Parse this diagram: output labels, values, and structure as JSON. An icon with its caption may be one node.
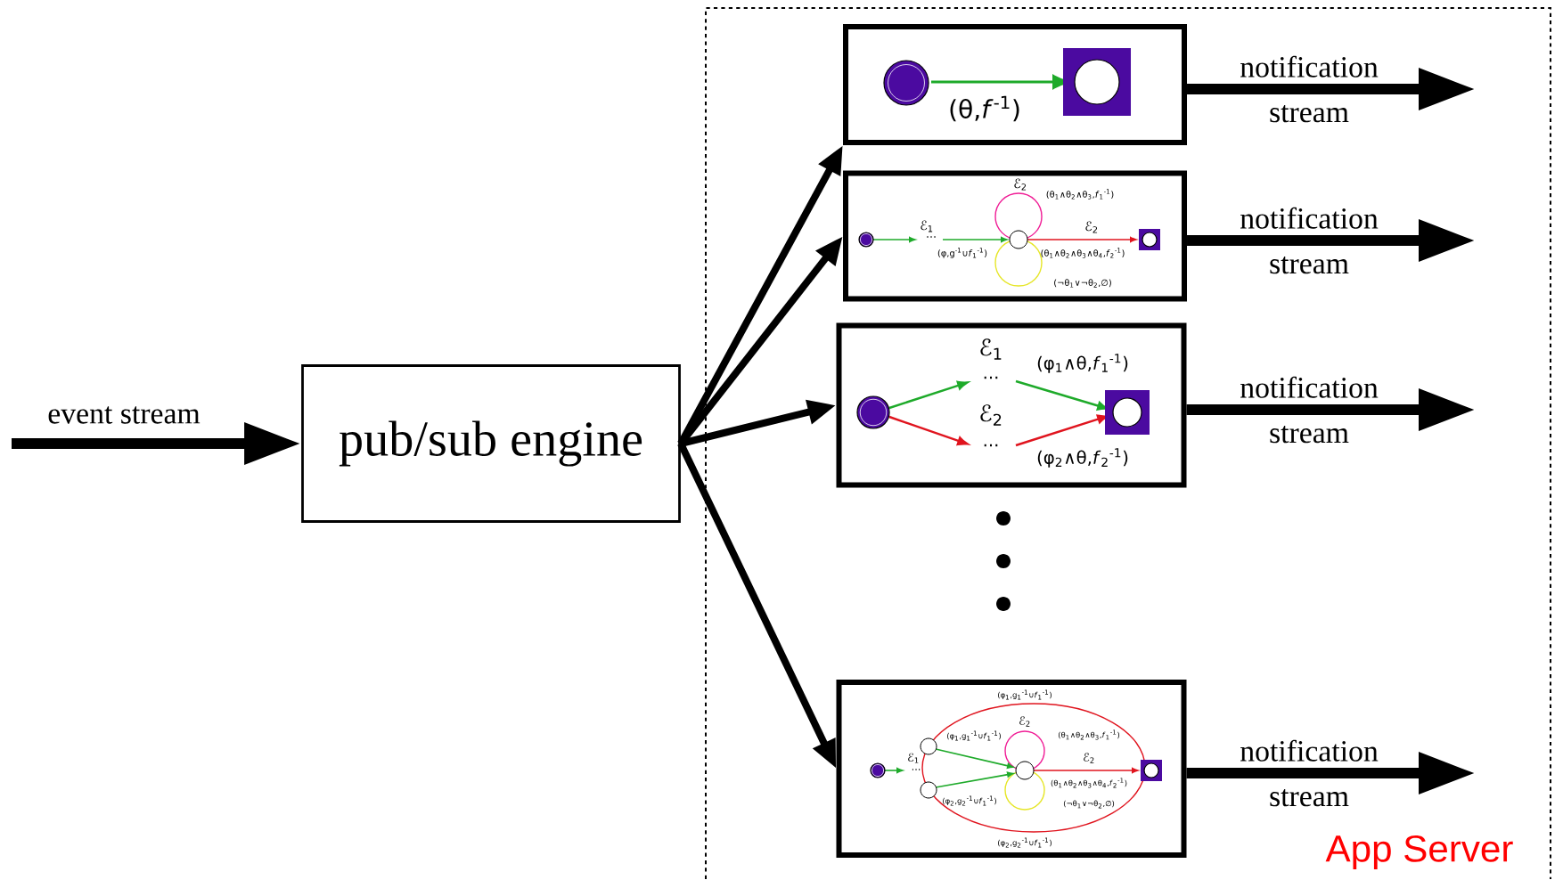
{
  "diagram": {
    "nodes": [
      {
        "text": [
          "App Server"
        ]
      },
      {
        "text": [
          "pub/sub engine"
        ]
      },
      {
        "text": [
          "(θ,*f*$^{-1}$)"
        ],
        "in": 0
      },
      {
        "text": [
          "ℰ$_{2}$",
          "(θ$_{1}$∧θ$_{2}$∧θ$_{3}$,*f*$_{1}$$^{-1}$)",
          "ℰ$_{1}$",
          "ℰ$_{2}$",
          "...",
          "(φ,g$^{-1}$∪*f*$_{1}$$^{-1}$)",
          "(θ$_{1}$∧θ$_{2}$∧θ$_{3}$∧θ$_{4}$,*f*$_{2}$$^{-1}$)",
          "(¬θ$_{1}$∨¬θ$_{2}$,∅)"
        ],
        "in": 0
      },
      {
        "text": [
          "ℰ$_{1}$",
          "(φ$_{1}$∧θ,*f*$_{1}$$^{-1}$)",
          "...",
          "ℰ$_{2}$",
          "...",
          "(φ$_{2}$∧θ,*f*$_{2}$$^{-1}$)"
        ],
        "in": 0
      },
      {
        "text": [
          "(φ$_{1}$,g$_{1}$$^{-1}$∪*f*$_{1}$$^{-1}$)",
          "ℰ$_{2}$",
          "(φ$_{1}$,g$_{1}$$^{-1}$∪*f*$_{1}$$^{-1}$)",
          "(θ$_{1}$∧θ$_{2}$∧θ$_{3}$,*f*$_{1}$$^{-1}$)",
          "ℰ$_{1}$",
          "ℰ$_{2}$",
          "...",
          "(θ$_{1}$∧θ$_{2}$∧θ$_{3}$∧θ$_{4}$,*f*$_{2}$$^{-1}$)",
          "(φ$_{2}$,g$_{2}$$^{-1}$∪*f*$_{1}$$^{-1}$)",
          "(¬θ$_{1}$∨¬θ$_{2}$,∅)",
          "(φ$_{2}$,g$_{2}$$^{-1}$∪*f*$_{1}$$^{-1}$)"
        ],
        "in": 0
      }
    ],
    "edges": [
      {
        "from": null,
        "to": 1,
        "arrow": "to",
        "label": "event stream"
      },
      {
        "from": 1,
        "to": 2,
        "arrow": "to"
      },
      {
        "from": 1,
        "to": 3,
        "arrow": "to"
      },
      {
        "from": 1,
        "to": 4,
        "arrow": "to"
      },
      {
        "from": 1,
        "to": 5,
        "arrow": "to"
      },
      {
        "from": 2,
        "to": null,
        "arrow": "to",
        "label": "notification stream"
      },
      {
        "from": 3,
        "to": null,
        "arrow": "to",
        "label": "notification stream"
      },
      {
        "from": 4,
        "to": null,
        "arrow": "to",
        "label": "notification stream"
      },
      {
        "from": 5,
        "to": null,
        "arrow": "to",
        "label": "notification stream"
      }
    ]
  }
}
